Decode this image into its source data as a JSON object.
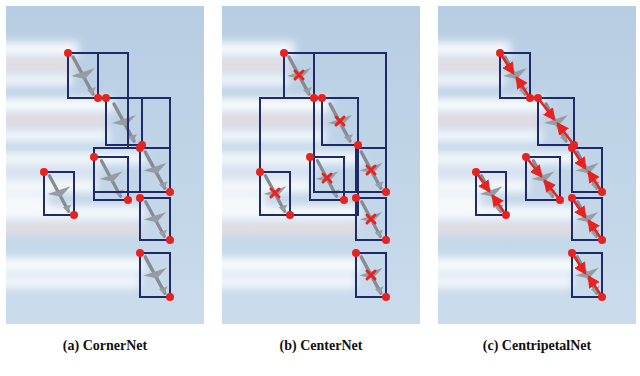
{
  "diagram": {
    "nodes": [
      {
        "text": [
          "(a) CornerNet"
        ]
      },
      {
        "text": [
          "(b) CenterNet"
        ]
      },
      {
        "text": [
          "(c) CentripetalNet"
        ]
      }
    ]
  }
}
